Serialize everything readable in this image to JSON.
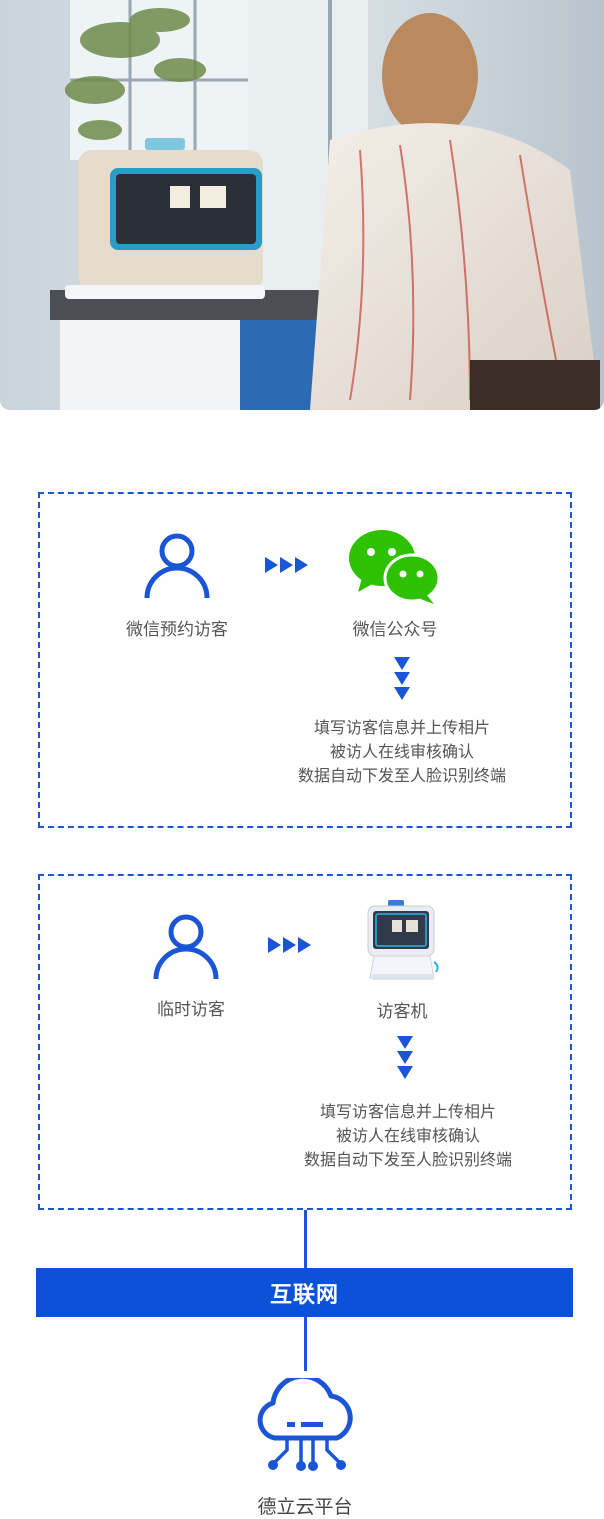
{
  "colors": {
    "accent": "#0b52d8",
    "dashed_border": "#1a55d6",
    "wechat_green": "#2dc100",
    "text": "#555555"
  },
  "hero": {
    "alt_icons": [
      "visitor-kiosk-photo"
    ]
  },
  "flow1": {
    "source_label": "微信预约访客",
    "target_label": "微信公众号",
    "steps": [
      "填写访客信息并上传相片",
      "被访人在线审核确认",
      "数据自动下发至人脸识别终端"
    ]
  },
  "flow2": {
    "source_label": "临时访客",
    "target_label": "访客机",
    "steps": [
      "填写访客信息并上传相片",
      "被访人在线审核确认",
      "数据自动下发至人脸识别终端"
    ]
  },
  "internet": {
    "label": "互联网"
  },
  "cloud": {
    "label": "德立云平台"
  }
}
